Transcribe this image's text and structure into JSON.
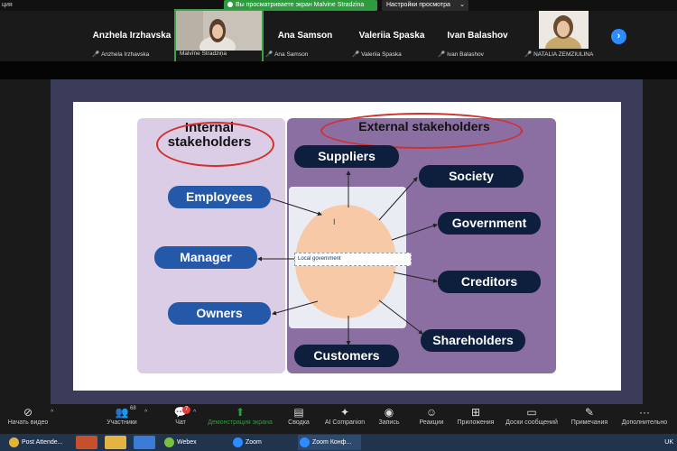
{
  "share_banner": {
    "left_text": "ция",
    "sharing_text": "Вы просматриваете экран Malvine Stradzina",
    "view_settings": "Настройки просмотра"
  },
  "participants": [
    {
      "big_name": "Anzhela Irzhavska",
      "small_name": "Anzhela Irzhavska"
    },
    {
      "small_name": "Malvīne Stradziņa"
    },
    {
      "big_name": "Ana Samson",
      "small_name": "Ana Samson"
    },
    {
      "big_name": "Valeriia Spaska",
      "small_name": "Valeriia Spaska"
    },
    {
      "big_name": "Ivan Balashov",
      "small_name": "Ivan Balashov"
    },
    {
      "small_name": "NATALIA ZEMZIULINA"
    }
  ],
  "next_icon": "chevron-right-icon",
  "diagram": {
    "internal_header": "Internal stakeholders",
    "external_header": "External stakeholders",
    "internal_items": [
      "Employees",
      "Manager",
      "Owners"
    ],
    "external_items": [
      "Suppliers",
      "Society",
      "Government",
      "Creditors",
      "Shareholders",
      "Customers"
    ],
    "textbox": "Local government",
    "colors": {
      "internal_panel": "#dccde6",
      "external_panel": "#8b6ea2",
      "internal_pill": "#2459a9",
      "external_pill": "#0d1f3c",
      "circle": "#f8c9a6",
      "highlight_oval": "#d32f2f"
    }
  },
  "toolbar": {
    "items": [
      {
        "label": "Начать видео",
        "icon": "video-off-icon"
      },
      {
        "label": "Участники",
        "icon": "participants-icon",
        "count": "68"
      },
      {
        "label": "Чат",
        "icon": "chat-icon",
        "badge": "7"
      },
      {
        "label": "Демонстрация экрана",
        "icon": "share-screen-icon"
      },
      {
        "label": "Сводка",
        "icon": "summary-icon"
      },
      {
        "label": "AI Companion",
        "icon": "ai-companion-icon"
      },
      {
        "label": "Запись",
        "icon": "record-icon"
      },
      {
        "label": "Реакции",
        "icon": "reactions-icon"
      },
      {
        "label": "Приложения",
        "icon": "apps-icon"
      },
      {
        "label": "Доски сообщений",
        "icon": "whiteboards-icon"
      },
      {
        "label": "Примечания",
        "icon": "notes-icon"
      },
      {
        "label": "Дополнительно",
        "icon": "more-icon"
      }
    ],
    "share_color": "#2e9b3f"
  },
  "taskbar": {
    "tasks": [
      "Post Attende...",
      "Webex",
      "Zoom",
      "Zoom Конф..."
    ],
    "tray": "UK"
  }
}
